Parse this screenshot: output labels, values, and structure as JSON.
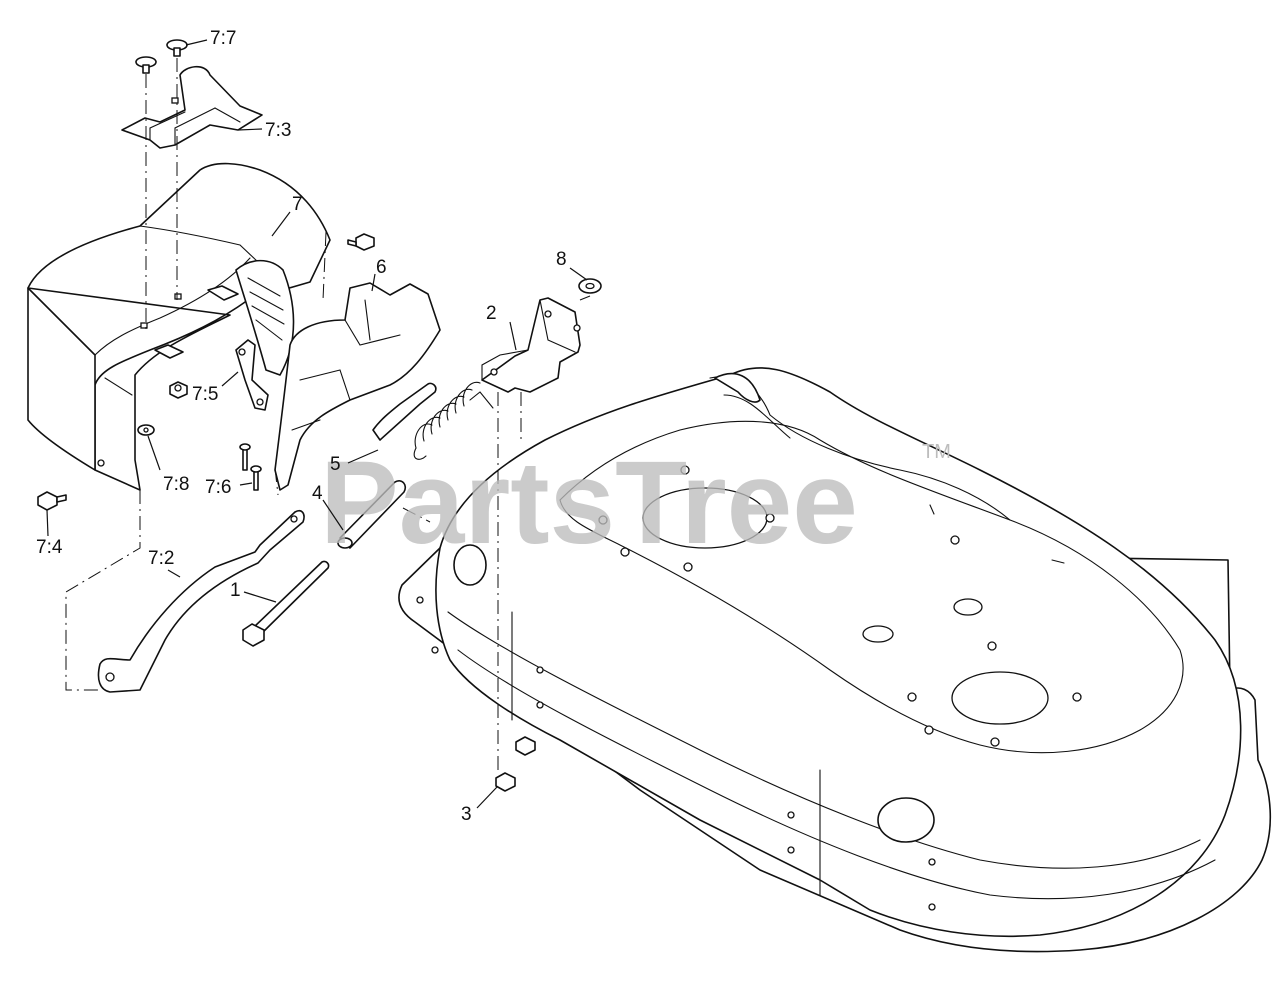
{
  "watermark": {
    "text": "PartsTree",
    "trademark": "TM",
    "color": "#bdbdbd"
  },
  "callouts": {
    "c7_7": "7:7",
    "c7_3": "7:3",
    "c7": "7",
    "c6": "6",
    "c8": "8",
    "c2": "2",
    "c7_5": "7:5",
    "c7_8": "7:8",
    "c7_6": "7:6",
    "c5": "5",
    "c4": "4",
    "c7_4": "7:4",
    "c7_2": "7:2",
    "c1": "1",
    "c3": "3"
  },
  "colors": {
    "line": "#111111",
    "background": "#ffffff"
  }
}
